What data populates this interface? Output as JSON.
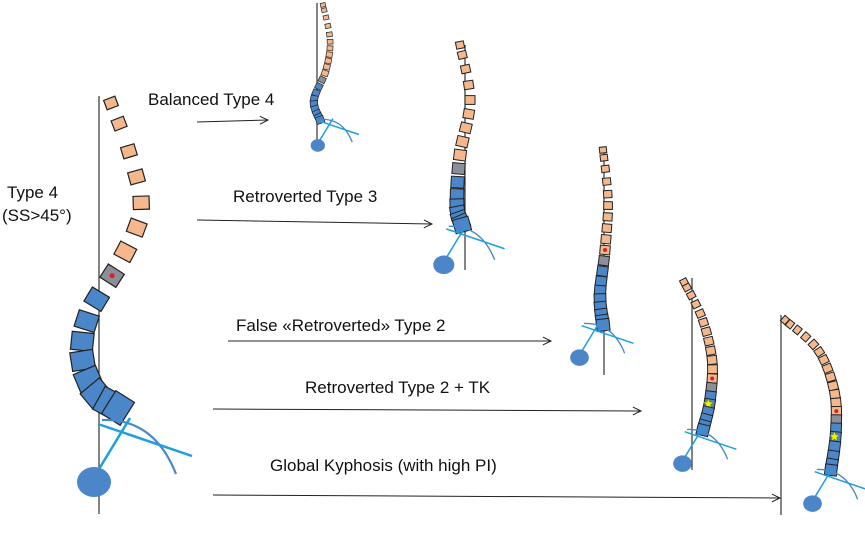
{
  "source": {
    "title": "Type 4",
    "subtitle": "(SS>45°)"
  },
  "labels": [
    "Balanced Type 4",
    "Retroverted Type 3",
    "False «Retroverted» Type 2",
    "Retroverted Type 2 + TK",
    "Global Kyphosis (with high PI)"
  ],
  "colors": {
    "thoracic": "#f5b88c",
    "lumbar": "#4a86c8",
    "transition": "#8a8f99",
    "pelvis_line": "#1f9fe0",
    "pelvis_arc": "#4a86c8",
    "femoral_head": "#4a86c8",
    "marker_dot": "#e02020",
    "marker_star": "#f2f200",
    "outline": "#222222"
  },
  "icons": [
    "femoral-head-circle",
    "red-dot-marker",
    "yellow-star-marker"
  ]
}
